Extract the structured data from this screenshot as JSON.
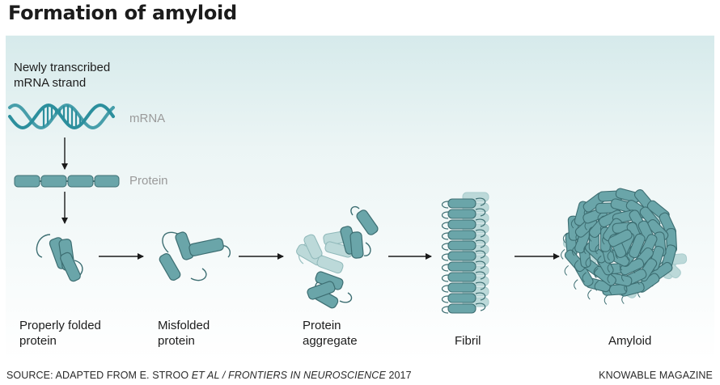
{
  "title": "Formation of amyloid",
  "labels": {
    "newly_transcribed": "Newly transcribed",
    "mrna_strand": "mRNA strand",
    "mrna": "mRNA",
    "protein": "Protein"
  },
  "stages": [
    {
      "line1": "Properly folded",
      "line2": "protein"
    },
    {
      "line1": "Misfolded",
      "line2": "protein"
    },
    {
      "line1": "Protein",
      "line2": "aggregate"
    },
    {
      "line1": "Fibril",
      "line2": ""
    },
    {
      "line1": "Amyloid",
      "line2": ""
    }
  ],
  "footer": {
    "source_prefix": "SOURCE: ADAPTED FROM E. STROO ",
    "source_italic": "ET AL / FRONTIERS IN NEUROSCIENCE",
    "source_year": " 2017",
    "publisher": "KNOWABLE MAGAZINE"
  },
  "colors": {
    "protein_fill": "#6aa5a9",
    "protein_stroke": "#3d6e72",
    "protein_light": "#bcd9d9",
    "mrna": "#2c8f9d",
    "arrow": "#1a1a1a",
    "panel_top": "#d6eaeb"
  }
}
